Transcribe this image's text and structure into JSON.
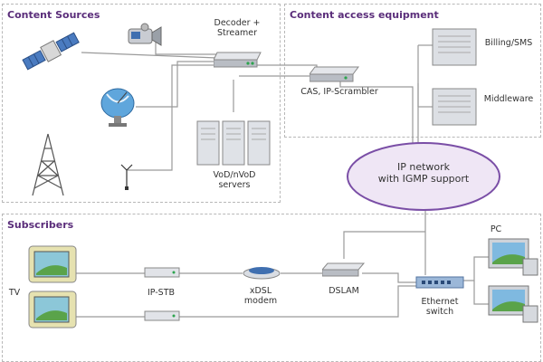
{
  "sections": {
    "content_sources": "Content Sources",
    "content_access": "Content access equipment",
    "subscribers": "Subscribers"
  },
  "labels": {
    "decoder_l1": "Decoder +",
    "decoder_l2": "Streamer",
    "cas": "CAS, IP-Scrambler",
    "billing": "Billing/SMS",
    "middleware": "Middleware",
    "vod_l1": "VoD/nVoD",
    "vod_l2": "servers",
    "ip_l1": "IP network",
    "ip_l2": "with IGMP support",
    "tv": "TV",
    "ipstb": "IP-STB",
    "xdsl_l1": "xDSL",
    "xdsl_l2": "modem",
    "dslam": "DSLAM",
    "eth_l1": "Ethernet",
    "eth_l2": "switch",
    "pc": "PC"
  },
  "colors": {
    "accent_purple": "#5a2d7a",
    "network_fill": "#efe6f5",
    "network_border": "#7a4ea6",
    "line": "#9a9a9a",
    "dashed_border": "#b8b8b8"
  },
  "icons": [
    "satellite-icon",
    "video-camera-icon",
    "satellite-dish-icon",
    "antenna-tower-icon",
    "small-antenna-icon",
    "decoder-device-icon",
    "server-rack-icon",
    "cas-device-icon",
    "billing-server-icon",
    "middleware-server-icon",
    "tv-icon",
    "set-top-box-icon",
    "modem-icon",
    "dslam-icon",
    "ethernet-switch-icon",
    "pc-icon"
  ]
}
